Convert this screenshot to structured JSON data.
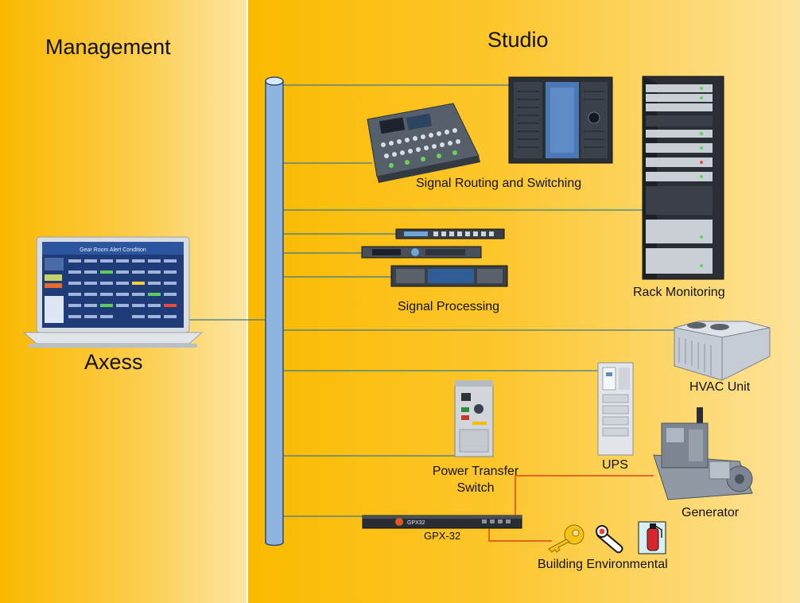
{
  "sections": {
    "management": "Management",
    "studio": "Studio"
  },
  "labels": {
    "axess": "Axess",
    "monitor_title": "Gear Room Alert Condition",
    "routing": "Signal Routing and Switching",
    "rack": "Rack Monitoring",
    "processing": "Signal Processing",
    "hvac": "HVAC Unit",
    "ups": "UPS",
    "pts_line1": "Power Transfer",
    "pts_line2": "Switch",
    "generator": "Generator",
    "gpx": "GPX-32",
    "gpx_brand": "GPX32",
    "building": "Building Environmental"
  },
  "colors": {
    "bus": "#8fb4dd",
    "bus_edge": "#2c4f7c",
    "link": "#3a7a8c",
    "alarm_link": "#e0401a"
  },
  "icons": [
    "monitor-icon",
    "video-switcher-icon",
    "router-frame-icon",
    "server-rack-icon",
    "processor-unit-icon",
    "hvac-unit-icon",
    "ups-icon",
    "transfer-switch-icon",
    "generator-icon",
    "gpx-unit-icon",
    "key-icon",
    "thermometer-icon",
    "fire-extinguisher-icon"
  ]
}
